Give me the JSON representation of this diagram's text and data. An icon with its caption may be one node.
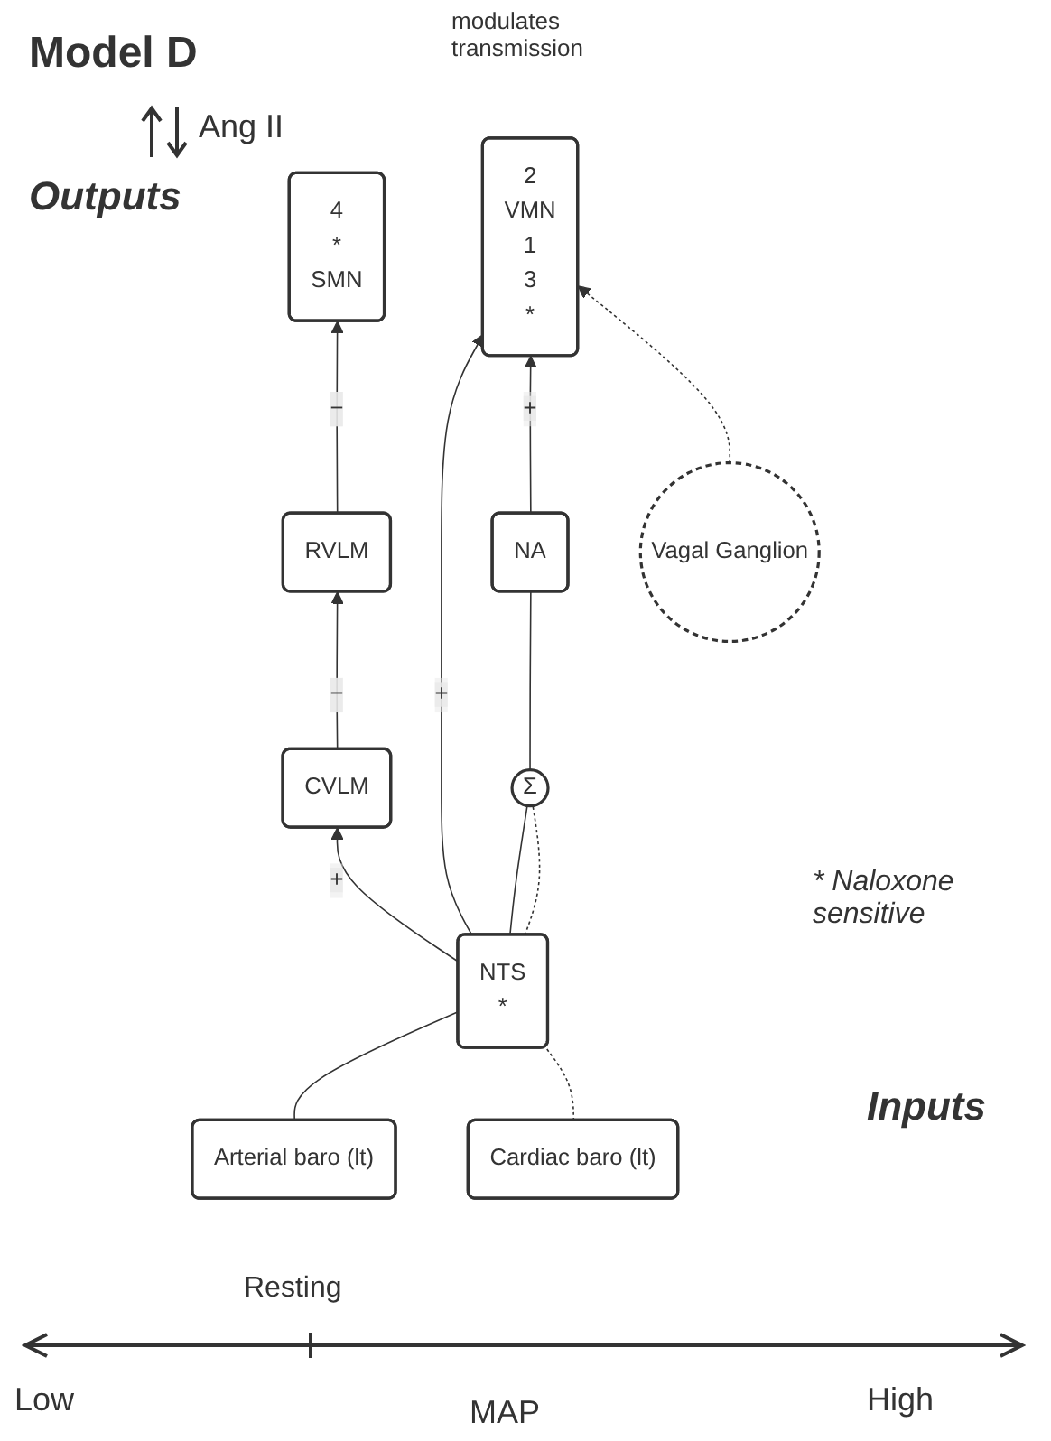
{
  "diagram": {
    "title": "Model D",
    "nodes": [
      {
        "text": [
          "4",
          "*",
          "SMN"
        ]
      },
      {
        "text": [
          "2",
          "VMN",
          "1",
          "3",
          "*"
        ]
      },
      {
        "text": [
          "RVLM"
        ]
      },
      {
        "text": [
          "CVLM"
        ]
      },
      {
        "text": [
          "NA"
        ]
      },
      {
        "text": [
          "Σ"
        ]
      },
      {
        "text": [
          "NTS",
          "*"
        ]
      },
      {
        "text": [
          "Arterial baro (lt)"
        ]
      },
      {
        "text": [
          "Cardiac baro (lt)"
        ]
      },
      {
        "text": [
          "Vagal Ganglion"
        ]
      }
    ],
    "edges": [
      {
        "from": 7,
        "to": 6,
        "arrow": "none"
      },
      {
        "from": 6,
        "to": 3,
        "arrow": "to",
        "label": "+"
      },
      {
        "from": 6,
        "to": 1,
        "arrow": "to",
        "label": "+"
      },
      {
        "from": 6,
        "to": 5,
        "arrow": "none"
      },
      {
        "from": 8,
        "to": 6,
        "arrow": "none",
        "style": "dashed"
      },
      {
        "from": 6,
        "to": 5,
        "arrow": "none",
        "style": "dashed"
      },
      {
        "from": 5,
        "to": 4,
        "arrow": "none"
      },
      {
        "from": 4,
        "to": 1,
        "arrow": "to",
        "label": "+"
      },
      {
        "from": 3,
        "to": 2,
        "arrow": "to",
        "label": "−"
      },
      {
        "from": 2,
        "to": 0,
        "arrow": "to",
        "label": "−"
      },
      {
        "from": 9,
        "to": 1,
        "arrow": "to",
        "style": "dashed"
      }
    ],
    "labels": [
      "modulates transmission",
      "Ang II",
      "Outputs",
      "* Naloxone sensitive",
      "Inputs",
      "Resting",
      "Low",
      "MAP",
      "High"
    ]
  }
}
